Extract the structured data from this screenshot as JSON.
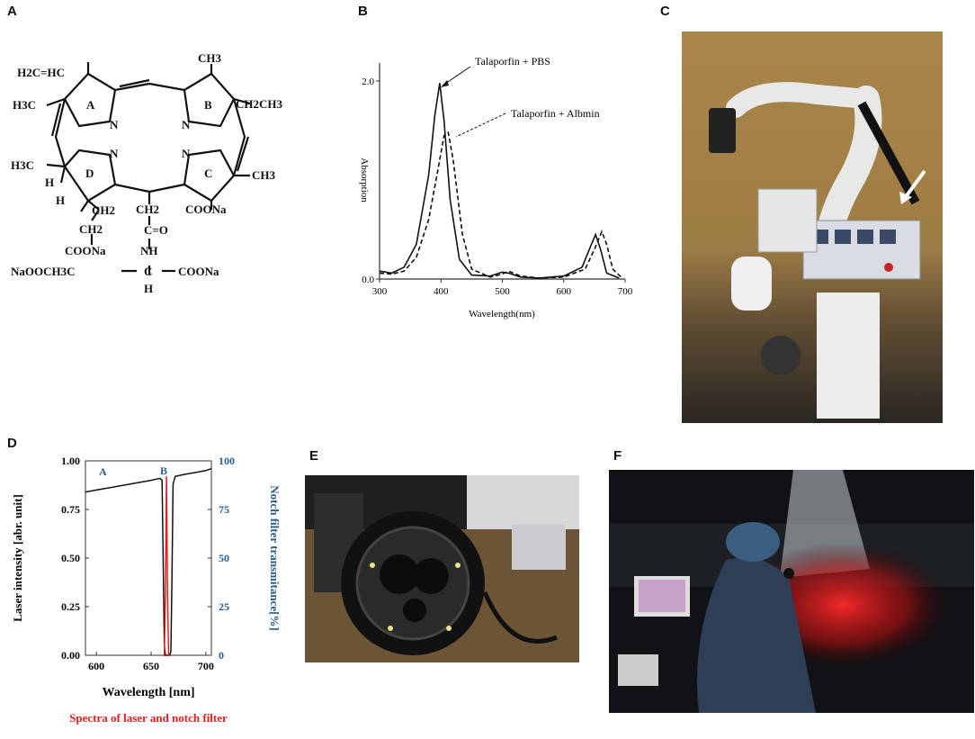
{
  "panels": {
    "a": {
      "letter": "A",
      "rings": [
        "A",
        "B",
        "C",
        "D"
      ],
      "labels": {
        "vinyl": "H2C=HC",
        "ch3_top": "CH3",
        "h3c_a": "H3C",
        "ch2ch3": "CH2CH3",
        "h3c_d": "H3C",
        "h_d": "H",
        "ch3_c": "CH3",
        "h_sub": "H",
        "ch2_left": "CH2",
        "ch2_mid": "CH2",
        "c_eq_o": "C=O",
        "coona_c": "COONa",
        "ch2_left2": "CH2",
        "coona_left": "COONa",
        "nh": "NH",
        "naoocch3c": "NaOOCH3C",
        "c_center": "C",
        "coona_right": "COONa",
        "h_bottom": "H",
        "n_a": "N",
        "n_b": "N",
        "n_d": "N",
        "n_c": "N"
      }
    },
    "b": {
      "letter": "B",
      "annotation_pbs": "Talaporfin + PBS",
      "annotation_alb": "Talaporfin + Albmin"
    },
    "c": {
      "letter": "C"
    },
    "d": {
      "letter": "D",
      "label_a": "A",
      "label_b": "B",
      "caption": "Spectra of laser and notch filter"
    },
    "e": {
      "letter": "E"
    },
    "f": {
      "letter": "F"
    }
  },
  "chart_data": [
    {
      "type": "line",
      "xlabel": "Wavelength(nm)",
      "ylabel": "Absorption",
      "xlim": [
        300,
        700
      ],
      "ylim": [
        0.0,
        2.0
      ],
      "xticks": [
        "300",
        "400",
        "500",
        "600",
        "700"
      ],
      "yticks": [
        "0.0",
        "2.0"
      ],
      "series": [
        {
          "name": "Talaporfin + PBS",
          "style": "solid",
          "x": [
            300,
            320,
            340,
            360,
            380,
            390,
            398,
            405,
            415,
            430,
            450,
            480,
            500,
            510,
            530,
            560,
            600,
            630,
            645,
            652,
            660,
            670,
            690
          ],
          "y": [
            0.08,
            0.06,
            0.12,
            0.35,
            1.05,
            1.65,
            1.98,
            1.6,
            0.8,
            0.2,
            0.04,
            0.03,
            0.07,
            0.06,
            0.02,
            0.01,
            0.03,
            0.12,
            0.35,
            0.45,
            0.3,
            0.06,
            0.01
          ]
        },
        {
          "name": "Talaporfin + Albmin",
          "style": "dashed",
          "x": [
            300,
            320,
            340,
            360,
            380,
            395,
            405,
            412,
            420,
            435,
            450,
            480,
            500,
            510,
            530,
            560,
            600,
            635,
            650,
            662,
            670,
            680,
            695
          ],
          "y": [
            0.06,
            0.05,
            0.08,
            0.22,
            0.6,
            1.1,
            1.45,
            1.48,
            1.2,
            0.45,
            0.1,
            0.02,
            0.05,
            0.08,
            0.03,
            0.01,
            0.02,
            0.1,
            0.3,
            0.48,
            0.35,
            0.1,
            0.01
          ]
        }
      ]
    },
    {
      "type": "line",
      "xlabel": "Wavelength  [nm]",
      "ylabel": "Laser intensity [abr. unit]",
      "y2label": "Notch filter transmitance[%]",
      "xlim": [
        590,
        705
      ],
      "ylim": [
        0.0,
        1.0
      ],
      "y2lim": [
        0,
        100
      ],
      "xticks": [
        "600",
        "650",
        "700"
      ],
      "yticks": [
        "0.00",
        "0.25",
        "0.50",
        "0.75",
        "1.00"
      ],
      "y2ticks": [
        "0",
        "25",
        "50",
        "75",
        "100"
      ],
      "series": [
        {
          "name": "A",
          "color": "#111111",
          "x": [
            590,
            600,
            620,
            640,
            650,
            658,
            660,
            661,
            662,
            663,
            664,
            665,
            666,
            667,
            668,
            669,
            670,
            672,
            680,
            690,
            700,
            705
          ],
          "y": [
            0.84,
            0.85,
            0.87,
            0.89,
            0.9,
            0.91,
            0.9,
            0.5,
            0.05,
            0.0,
            0.0,
            0.0,
            0.0,
            0.0,
            0.02,
            0.4,
            0.88,
            0.92,
            0.93,
            0.94,
            0.95,
            0.96
          ]
        },
        {
          "name": "B",
          "color": "#e02020",
          "x": [
            661,
            662,
            663,
            664,
            665,
            666,
            667
          ],
          "y": [
            0.0,
            0.0,
            0.3,
            0.92,
            0.3,
            0.0,
            0.0
          ]
        }
      ]
    }
  ]
}
